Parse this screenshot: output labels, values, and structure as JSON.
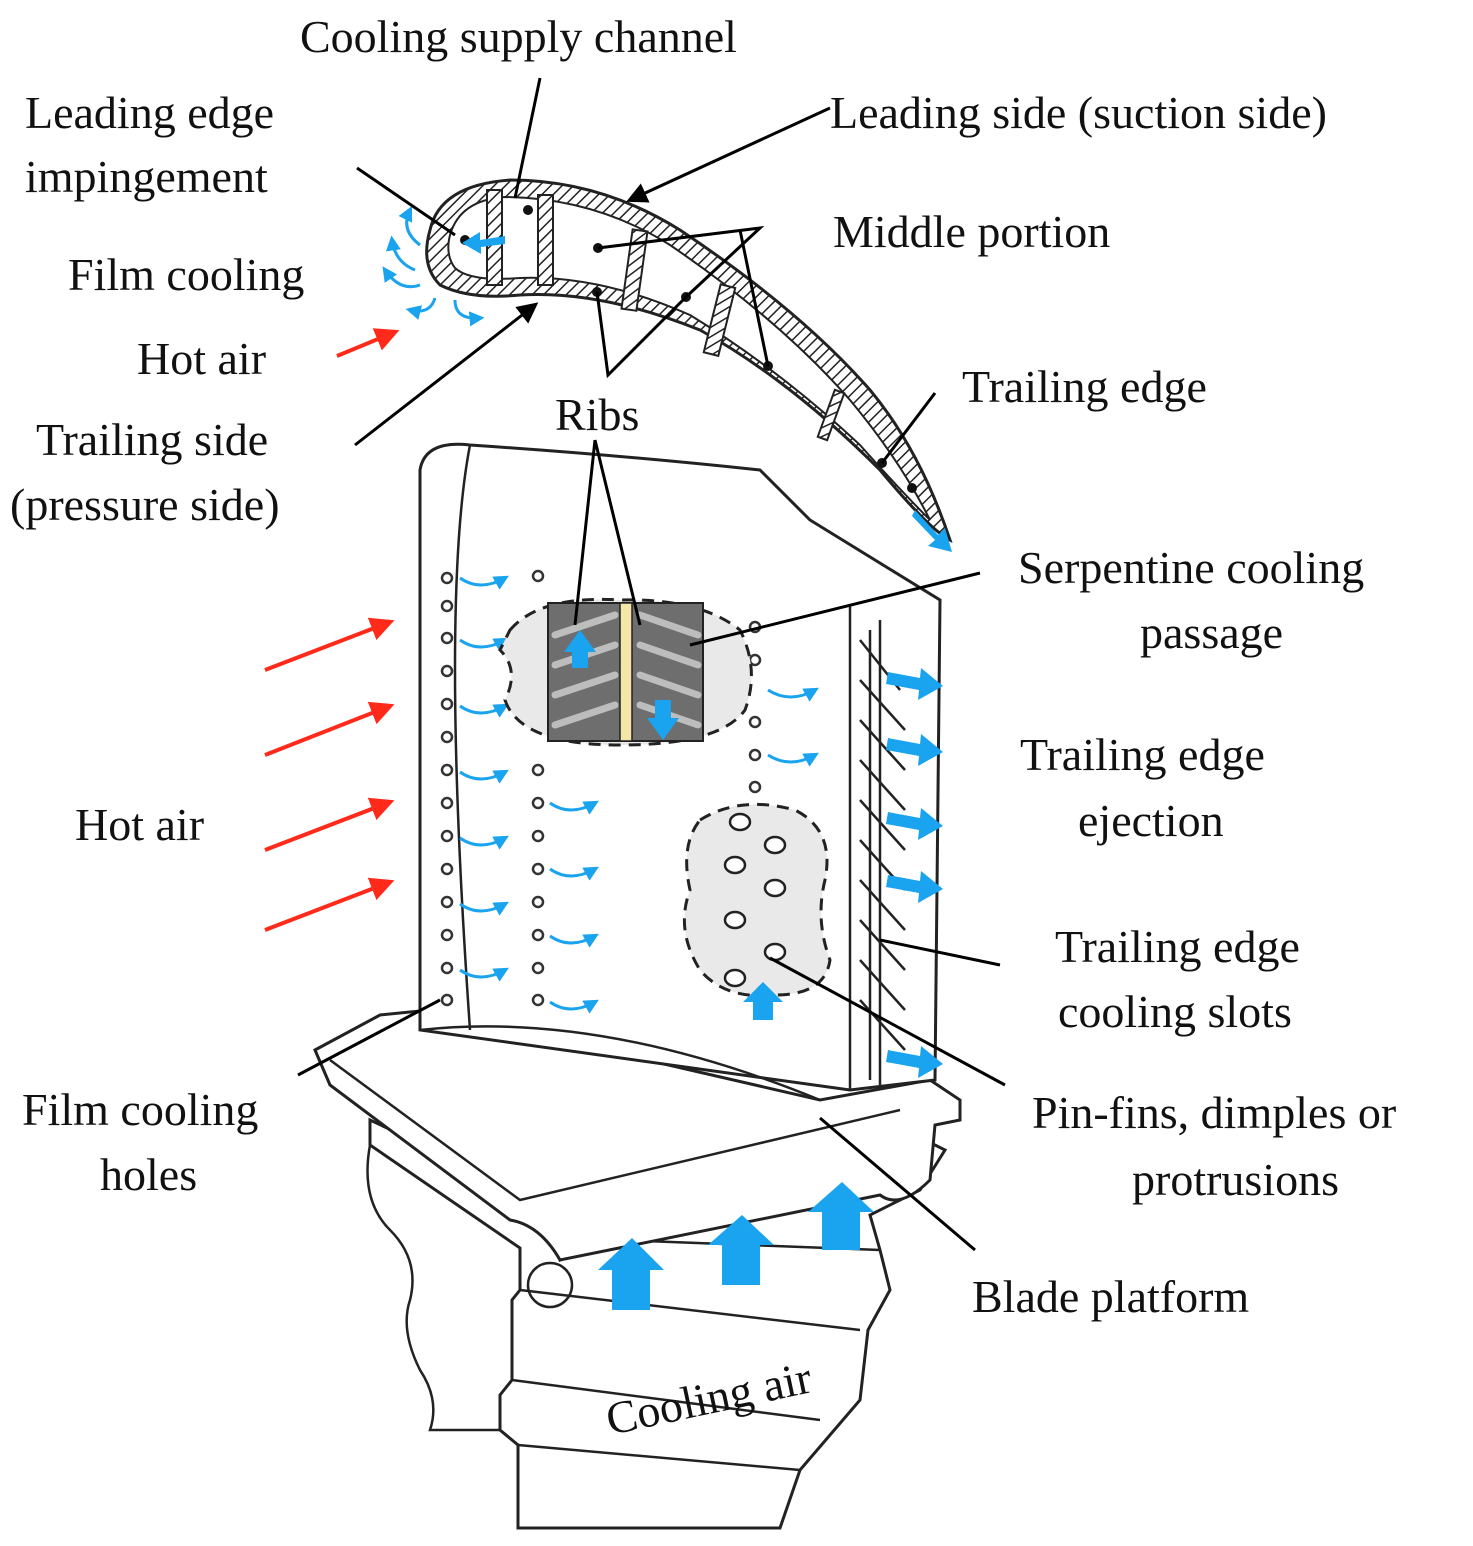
{
  "labels": {
    "cooling_supply_channel": "Cooling supply channel",
    "leading_edge_impingement_1": "Leading edge",
    "leading_edge_impingement_2": "impingement",
    "film_cooling": "Film cooling",
    "hot_air_top": "Hot air",
    "trailing_side_1": "Trailing side",
    "trailing_side_2": "(pressure side)",
    "leading_side": "Leading side (suction side)",
    "middle_portion": "Middle portion",
    "trailing_edge": "Trailing edge",
    "ribs": "Ribs",
    "serpentine_1": "Serpentine cooling",
    "serpentine_2": "passage",
    "te_ejection_1": "Trailing edge",
    "te_ejection_2": "ejection",
    "hot_air_side": "Hot air",
    "te_slots_1": "Trailing edge",
    "te_slots_2": "cooling slots",
    "film_holes_1": "Film cooling",
    "film_holes_2": "holes",
    "pin_fins_1": "Pin-fins, dimples or",
    "pin_fins_2": "protrusions",
    "blade_platform": "Blade platform",
    "cooling_air": "Cooling air"
  },
  "colors": {
    "hot_air_arrow": "#ff2a1a",
    "cooling_arrow": "#1aa3ee",
    "outline": "#222222",
    "highlight_fill": "#e9e9e9",
    "rib_channel_fill": "#6e6e6e"
  },
  "icons": {
    "hot_air": "red-arrow-icon",
    "coolant": "blue-arrow-icon"
  }
}
